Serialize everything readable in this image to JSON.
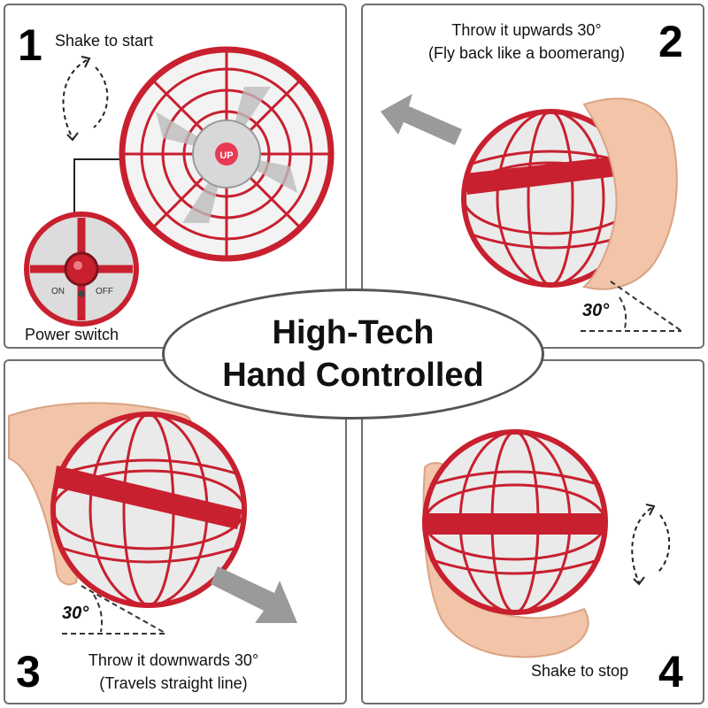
{
  "steps": [
    {
      "number": "1",
      "caption": "Shake to start",
      "callout": "Power switch",
      "switch_labels": {
        "on": "ON",
        "off": "OFF"
      },
      "button_label": "UP"
    },
    {
      "number": "2",
      "caption_line1": "Throw it upwards 30°",
      "caption_line2": "(Fly back like a boomerang)",
      "angle": "30°"
    },
    {
      "number": "3",
      "caption_line1": "Throw it downwards 30°",
      "caption_line2": "(Travels straight line)",
      "angle": "30°"
    },
    {
      "number": "4",
      "caption": "Shake to stop"
    }
  ],
  "center": {
    "line1": "High-Tech",
    "line2": "Hand Controlled"
  },
  "colors": {
    "ball": "#c8202f",
    "hand": "#f2c4a8",
    "arrow": "#9a9a9a",
    "hub": "#d8d8d8"
  },
  "icons": [
    "shake-arrows-icon",
    "throw-arrow-icon",
    "flying-ball-image",
    "hand-image"
  ]
}
